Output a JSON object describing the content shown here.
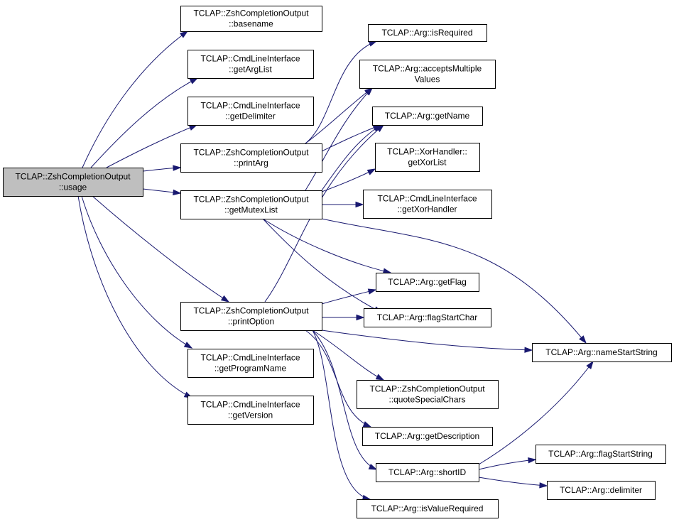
{
  "diagram": {
    "colors": {
      "edge": "#191970",
      "root_fill": "#bfbfbf",
      "node_fill": "#ffffff",
      "node_border": "#000000"
    },
    "nodes": [
      {
        "id": "usage",
        "lines": [
          "TCLAP::ZshCompletionOutput",
          "::usage"
        ],
        "root": true
      },
      {
        "id": "basename",
        "lines": [
          "TCLAP::ZshCompletionOutput",
          "::basename"
        ]
      },
      {
        "id": "getArgList",
        "lines": [
          "TCLAP::CmdLineInterface",
          "::getArgList"
        ]
      },
      {
        "id": "getDelimiter",
        "lines": [
          "TCLAP::CmdLineInterface",
          "::getDelimiter"
        ]
      },
      {
        "id": "printArg",
        "lines": [
          "TCLAP::ZshCompletionOutput",
          "::printArg"
        ]
      },
      {
        "id": "getMutexList",
        "lines": [
          "TCLAP::ZshCompletionOutput",
          "::getMutexList"
        ]
      },
      {
        "id": "printOption",
        "lines": [
          "TCLAP::ZshCompletionOutput",
          "::printOption"
        ]
      },
      {
        "id": "getProgramName",
        "lines": [
          "TCLAP::CmdLineInterface",
          "::getProgramName"
        ]
      },
      {
        "id": "getVersion",
        "lines": [
          "TCLAP::CmdLineInterface",
          "::getVersion"
        ]
      },
      {
        "id": "isRequired",
        "lines": [
          "TCLAP::Arg::isRequired"
        ]
      },
      {
        "id": "acceptsMultipleValues",
        "lines": [
          "TCLAP::Arg::acceptsMultiple",
          "Values"
        ]
      },
      {
        "id": "getName",
        "lines": [
          "TCLAP::Arg::getName"
        ]
      },
      {
        "id": "getXorList",
        "lines": [
          "TCLAP::XorHandler::",
          "getXorList"
        ]
      },
      {
        "id": "getXorHandler",
        "lines": [
          "TCLAP::CmdLineInterface",
          "::getXorHandler"
        ]
      },
      {
        "id": "getFlag",
        "lines": [
          "TCLAP::Arg::getFlag"
        ]
      },
      {
        "id": "flagStartChar",
        "lines": [
          "TCLAP::Arg::flagStartChar"
        ]
      },
      {
        "id": "nameStartString",
        "lines": [
          "TCLAP::Arg::nameStartString"
        ]
      },
      {
        "id": "quoteSpecialChars",
        "lines": [
          "TCLAP::ZshCompletionOutput",
          "::quoteSpecialChars"
        ]
      },
      {
        "id": "getDescription",
        "lines": [
          "TCLAP::Arg::getDescription"
        ]
      },
      {
        "id": "shortID",
        "lines": [
          "TCLAP::Arg::shortID"
        ]
      },
      {
        "id": "flagStartString",
        "lines": [
          "TCLAP::Arg::flagStartString"
        ]
      },
      {
        "id": "delimiter",
        "lines": [
          "TCLAP::Arg::delimiter"
        ]
      },
      {
        "id": "isValueRequired",
        "lines": [
          "TCLAP::Arg::isValueRequired"
        ]
      }
    ],
    "edges": [
      {
        "from": "usage",
        "to": "basename"
      },
      {
        "from": "usage",
        "to": "getArgList"
      },
      {
        "from": "usage",
        "to": "getDelimiter"
      },
      {
        "from": "usage",
        "to": "printArg"
      },
      {
        "from": "usage",
        "to": "getMutexList"
      },
      {
        "from": "usage",
        "to": "printOption"
      },
      {
        "from": "usage",
        "to": "getProgramName"
      },
      {
        "from": "usage",
        "to": "getVersion"
      },
      {
        "from": "printArg",
        "to": "isRequired"
      },
      {
        "from": "printArg",
        "to": "acceptsMultipleValues"
      },
      {
        "from": "printArg",
        "to": "getName"
      },
      {
        "from": "getMutexList",
        "to": "acceptsMultipleValues"
      },
      {
        "from": "getMutexList",
        "to": "getName"
      },
      {
        "from": "getMutexList",
        "to": "getXorList"
      },
      {
        "from": "getMutexList",
        "to": "getXorHandler"
      },
      {
        "from": "getMutexList",
        "to": "getFlag"
      },
      {
        "from": "getMutexList",
        "to": "flagStartChar"
      },
      {
        "from": "getMutexList",
        "to": "nameStartString"
      },
      {
        "from": "printOption",
        "to": "getName"
      },
      {
        "from": "printOption",
        "to": "getFlag"
      },
      {
        "from": "printOption",
        "to": "flagStartChar"
      },
      {
        "from": "printOption",
        "to": "nameStartString"
      },
      {
        "from": "printOption",
        "to": "quoteSpecialChars"
      },
      {
        "from": "printOption",
        "to": "getDescription"
      },
      {
        "from": "printOption",
        "to": "shortID"
      },
      {
        "from": "printOption",
        "to": "isValueRequired"
      },
      {
        "from": "shortID",
        "to": "nameStartString"
      },
      {
        "from": "shortID",
        "to": "flagStartString"
      },
      {
        "from": "shortID",
        "to": "delimiter"
      }
    ]
  }
}
